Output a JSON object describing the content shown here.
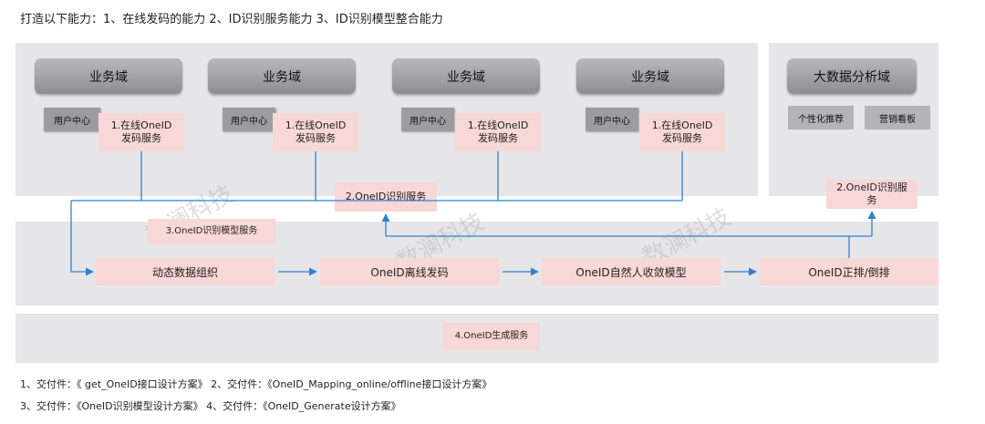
{
  "heading": "打造以下能力：1、在线发码的能力 2、ID识别服务能力   3、ID识别模型整合能力",
  "business_domains": [
    {
      "title": "业务域",
      "user_center": "用户中心",
      "service_line1": "1.在线OneID",
      "service_line2": "发码服务"
    },
    {
      "title": "业务域",
      "user_center": "用户中心",
      "service_line1": "1.在线OneID",
      "service_line2": "发码服务"
    },
    {
      "title": "业务域",
      "user_center": "用户中心",
      "service_line1": "1.在线OneID",
      "service_line2": "发码服务"
    },
    {
      "title": "业务域",
      "user_center": "用户中心",
      "service_line1": "1.在线OneID",
      "service_line2": "发码服务"
    }
  ],
  "bigdata": {
    "title": "大数据分析域",
    "items": [
      "个性化推荐",
      "营销看板"
    ],
    "service_line1": "2.OneID识别服",
    "service_line2": "务"
  },
  "recognition_service": "2.OneID识别服务",
  "model_service_label": "3.OneID识别模型服务",
  "pipeline": [
    "动态数据组织",
    "OneID离线发码",
    "OneID自然人收敛模型",
    "OneID正排/倒排"
  ],
  "generate_service": "4.OneID生成服务",
  "watermark": "数澜科技",
  "footer": [
    "1、交付件：《 get_OneID接口设计方案》 2、交付件：《OneID_Mapping_online/offline接口设计方案》",
    "3、交付件：《OneID识别模型设计方案》 4、交付件：《OneID_Generate设计方案》"
  ],
  "colors": {
    "panel": "#e6e6e8",
    "pink": "#f8d7d7",
    "arrow": "#2f7fd1"
  }
}
